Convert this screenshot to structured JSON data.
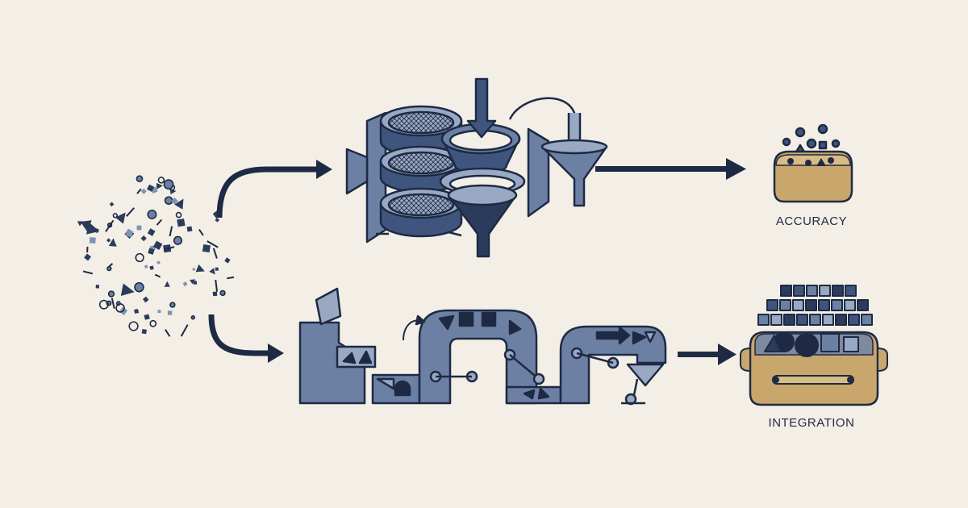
{
  "labels": {
    "accuracy": "ACCURACY",
    "integration": "INTEGRATION"
  },
  "colors": {
    "background": "#f3efe6",
    "ink": "#1e2a44",
    "steel_dark": "#3f557d",
    "steel_mid": "#6c80a3",
    "steel_light": "#9aa9c3",
    "container_tan": "#c9a66b"
  },
  "icons": {
    "input": "scattered-shapes-cloud",
    "top_process": "sieve-and-funnel-filter",
    "bottom_process": "conveyor-assembly-line",
    "top_output": "tan-basket-with-few-items",
    "bottom_output": "tan-basket-with-many-items"
  }
}
